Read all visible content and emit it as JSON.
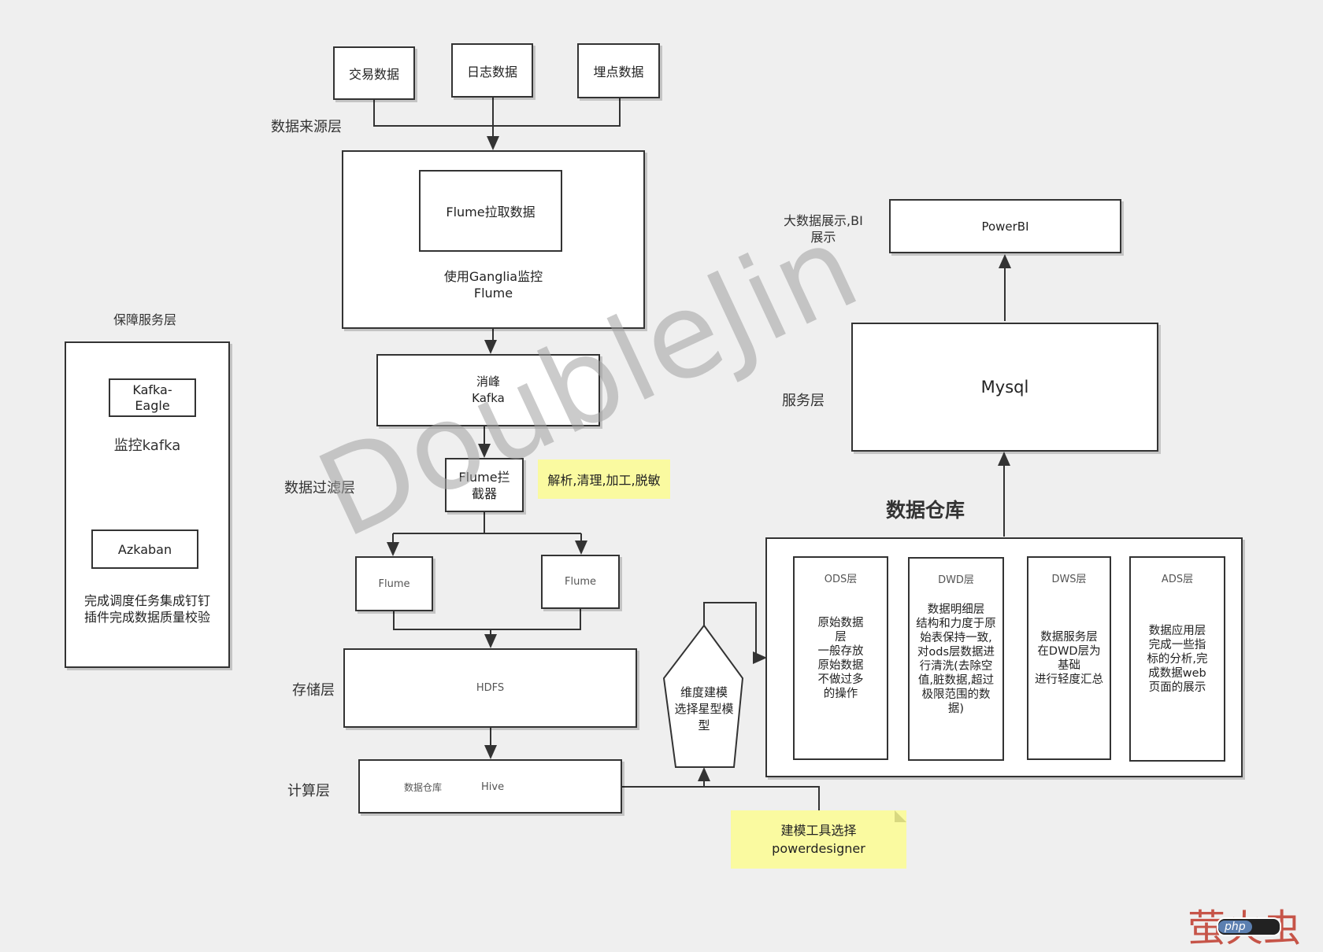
{
  "sources": {
    "trade": "交易数据",
    "log": "日志数据",
    "tracking": "埋点数据",
    "layer_label": "数据来源层"
  },
  "ingest": {
    "flume_pull": "Flume拉取数据",
    "monitor": "使用Ganglia监控\nFlume"
  },
  "kafka": {
    "label": "消峰\nKafka"
  },
  "filter": {
    "layer_label": "数据过滤层",
    "interceptor": "Flume拦\n截器",
    "note": "解析,清理,加工,脱敏"
  },
  "flume_left": "Flume",
  "flume_right": "Flume",
  "storage": {
    "layer_label": "存储层",
    "hdfs": "HDFS"
  },
  "compute": {
    "layer_label": "计算层",
    "warehouse": "数据仓库",
    "hive": "Hive"
  },
  "guarantee": {
    "title": "保障服务层",
    "kafka_eagle": "Kafka-\nEagle",
    "monitor_kafka": "监控kafka",
    "azkaban": "Azkaban",
    "scheduling": "完成调度任务集成钉钉\n插件完成数据质量校验"
  },
  "modeling": {
    "pentagon": "维度建模\n选择星型模\n型",
    "tool_note": "建模工具选择\npowerdesigner"
  },
  "warehouse": {
    "title": "数据仓库",
    "layers": [
      {
        "name": "ODS层",
        "desc": "原始数据\n层\n一般存放\n原始数据\n不做过多\n的操作"
      },
      {
        "name": "DWD层",
        "desc": "数据明细层\n结构和力度于原\n始表保持一致,\n对ods层数据进\n行清洗(去除空\n值,脏数据,超过\n极限范围的数\n据)"
      },
      {
        "name": "DWS层",
        "desc": "数据服务层\n在DWD层为\n基础\n进行轻度汇总"
      },
      {
        "name": "ADS层",
        "desc": "数据应用层\n完成一些指\n标的分析,完\n成数据web\n页面的展示"
      }
    ]
  },
  "service": {
    "layer_label": "服务层",
    "mysql": "Mysql"
  },
  "display": {
    "label": "大数据展示,BI\n展示",
    "powerbi": "PowerBI"
  },
  "watermark": "DoubleJin",
  "brand": {
    "chinese": "萤火虫",
    "php": "php"
  },
  "colors": {
    "note_yellow": "#fafaa0",
    "line": "#333333",
    "watermark": "#bbbbbb",
    "brand_red": "#c0392b"
  }
}
